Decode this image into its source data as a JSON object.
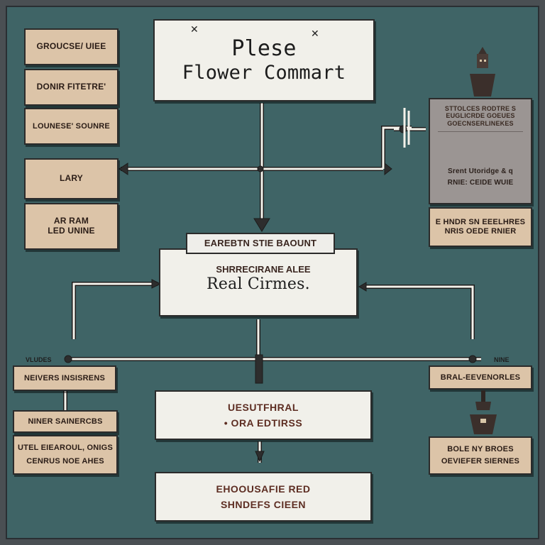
{
  "title": {
    "line1": "Plese",
    "line2": "Flower Commart"
  },
  "left_panel": [
    "GROUCSE/ UIEE",
    "DONIR FITETRE'",
    "LOUNESE' SOUNRE",
    "LARY",
    "AR RAM\nLED UNINE"
  ],
  "right_panel": {
    "top_lines": [
      "STTOLCES RODTRE S",
      "EUGLICRDE GOEUES",
      "GOECNSERLINEKES"
    ],
    "mid_line": "Srent  Utoridge & q",
    "bottom_line": "RNIE: CEIDE WUIE",
    "lower_box": [
      "E HNDR SN EEELHRES",
      "NRIS OEDE RNIER"
    ]
  },
  "main_box": {
    "line1": "EAREBTN STIE BAOUNT",
    "line2": "SHRRECIRANE ALEE",
    "line3": "Real Cirmes."
  },
  "side_labels": {
    "left": "VLUDES",
    "right": "NINE"
  },
  "left_lower": {
    "box1": "NEIVERS INSISRENS",
    "box2": "NINER SAINERCBS",
    "box3_line1": "UTEL EIEAROUL, ONIGS",
    "box3_line2": "CENRUS NOE AHES"
  },
  "center_lower": {
    "box1_line1": "UESUTFHRAL",
    "box1_line2": "• ORA EDTIRSS",
    "box2_line1": "EHOOUSAFIE RED",
    "box2_line2": "SHNDEFS CIEEN"
  },
  "right_lower": {
    "box1": "BRAL-EEVENORLES",
    "box2_line1": "BOLE NY BROES",
    "box2_line2": "OEVIEFER SIERNES"
  }
}
